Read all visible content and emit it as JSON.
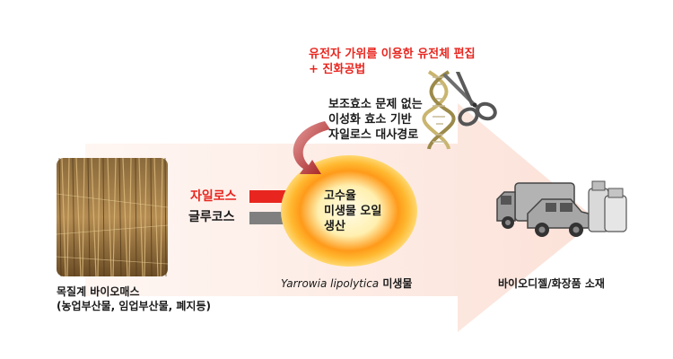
{
  "biomass": {
    "title": "목질계 바이오매스",
    "subtitle": "(농업부산물, 임업부산물, 폐지등)"
  },
  "sugars": {
    "xylose": "자일로스",
    "glucose": "글루코스"
  },
  "cell": {
    "line1": "고수율",
    "line2": "미생물 오일",
    "line3": "생산",
    "species": "Yarrowia lipolytica",
    "species_suffix": " 미생물"
  },
  "editing": {
    "line1": "유전자 가위를 이용한 유전체 편집",
    "line2": "+ 진화공법"
  },
  "pathway": {
    "line1": "보조효소 문제 없는",
    "line2": "이성화 효소 기반",
    "line3": "자일로스 대사경로"
  },
  "product": {
    "label": "바이오디젤/화장품 소재"
  },
  "colors": {
    "arrow_band": "#fde8e0",
    "xylose_arrow": "#e8261f",
    "glucose_arrow": "#7f7f7f",
    "cell_core": "#fff3c4",
    "cell_ring": "#ffb326",
    "cell_glow": "#ff7a00",
    "curved_arrow": "#b3262a",
    "text_red": "#e8261f",
    "vehicle": "#a6a6a6"
  },
  "icons": [
    "biomass-photo",
    "xylose-arrow-icon",
    "glucose-arrow-icon",
    "cell-icon",
    "curved-arrow-icon",
    "dna-icon",
    "scissors-icon",
    "truck-icon",
    "car-icon",
    "bottles-icon"
  ]
}
